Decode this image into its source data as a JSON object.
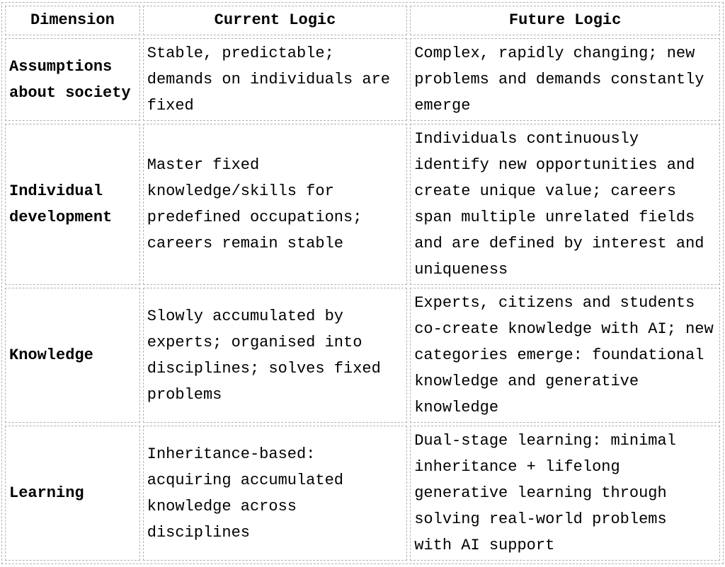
{
  "colors": {
    "border": "#b3b3b3",
    "text": "#000000",
    "background": "#ffffff"
  },
  "table": {
    "headers": [
      "Dimension",
      "Current Logic",
      "Future Logic"
    ],
    "rows": [
      {
        "dimension": "Assumptions\nabout society",
        "current": "Stable, predictable;\ndemands on individuals are\nfixed",
        "future": "Complex, rapidly changing; new\nproblems and demands constantly\nemerge"
      },
      {
        "dimension": "Individual\ndevelopment",
        "current": "Master fixed\nknowledge/skills for\npredefined occupations;\ncareers remain stable",
        "future": "Individuals continuously\nidentify new opportunities and\ncreate unique value; careers\nspan multiple unrelated fields\nand are defined by interest and\nuniqueness"
      },
      {
        "dimension": "Knowledge",
        "current": "Slowly accumulated by\nexperts; organised into\ndisciplines; solves fixed\nproblems",
        "future": "Experts, citizens and students\nco-create knowledge with AI; new\ncategories emerge: foundational\nknowledge and generative\nknowledge"
      },
      {
        "dimension": "Learning",
        "current": "Inheritance-based:\nacquiring accumulated\nknowledge across\ndisciplines",
        "future": "Dual-stage learning: minimal\ninheritance + lifelong\ngenerative learning through\nsolving real-world problems\nwith AI support"
      }
    ]
  }
}
